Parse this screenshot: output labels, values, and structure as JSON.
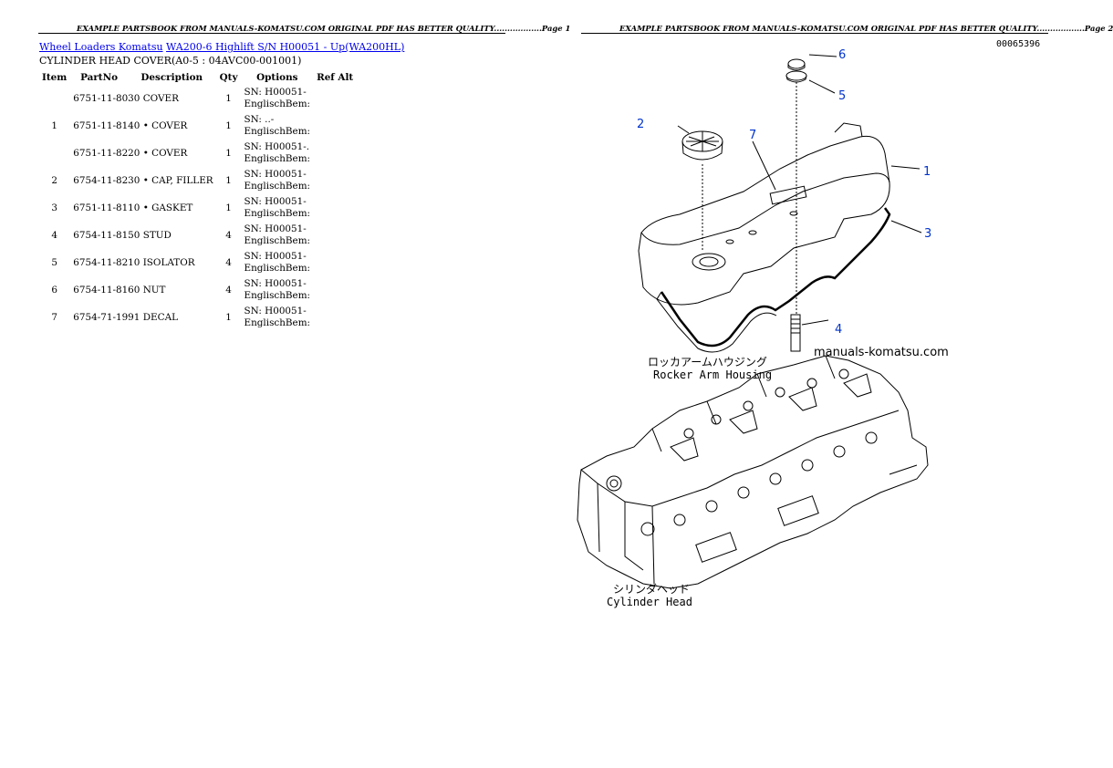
{
  "page1": {
    "header": "EXAMPLE PARTSBOOK FROM MANUALS-KOMATSU.COM ORIGINAL PDF HAS BETTER QUALITY..................Page 1",
    "breadcrumb": {
      "link1": "Wheel Loaders Komatsu",
      "link2": "WA200-6 Highlift S/N H00051 - Up(WA200HL)"
    },
    "subtitle": "CYLINDER HEAD COVER(A0-5 : 04AVC00-001001)",
    "columns": [
      "Item",
      "PartNo",
      "Description",
      "Qty",
      "Options",
      "Ref Alt"
    ],
    "rows": [
      {
        "item": "",
        "part": "6751-11-8030 COVER",
        "qty": "1",
        "opt1": "SN: H00051-",
        "opt2": "EnglischBem:"
      },
      {
        "item": "1",
        "part": "6751-11-8140 • COVER",
        "qty": "1",
        "opt1": "SN: ..-",
        "opt2": "EnglischBem:"
      },
      {
        "item": "",
        "part": "6751-11-8220 • COVER",
        "qty": "1",
        "opt1": "SN: H00051-.",
        "opt2": "EnglischBem:"
      },
      {
        "item": "2",
        "part": "6754-11-8230 • CAP, FILLER",
        "qty": "1",
        "opt1": "SN: H00051-",
        "opt2": "EnglischBem:"
      },
      {
        "item": "3",
        "part": "6751-11-8110 • GASKET",
        "qty": "1",
        "opt1": "SN: H00051-",
        "opt2": "EnglischBem:"
      },
      {
        "item": "4",
        "part": "6754-11-8150 STUD",
        "qty": "4",
        "opt1": "SN: H00051-",
        "opt2": "EnglischBem:"
      },
      {
        "item": "5",
        "part": "6754-11-8210 ISOLATOR",
        "qty": "4",
        "opt1": "SN: H00051-",
        "opt2": "EnglischBem:"
      },
      {
        "item": "6",
        "part": "6754-11-8160 NUT",
        "qty": "4",
        "opt1": "SN: H00051-",
        "opt2": "EnglischBem:"
      },
      {
        "item": "7",
        "part": "6754-71-1991 DECAL",
        "qty": "1",
        "opt1": "SN: H00051-",
        "opt2": "EnglischBem:"
      }
    ]
  },
  "page2": {
    "header": "EXAMPLE PARTSBOOK FROM MANUALS-KOMATSU.COM ORIGINAL PDF HAS BETTER QUALITY..................Page 2",
    "doc_number": "00065396",
    "watermark": "manuals-komatsu.com",
    "labels": {
      "rocker_jp": "ロッカアームハウジング",
      "rocker_en": "Rocker Arm Housing",
      "head_jp": "シリンダヘッド",
      "head_en": "Cylinder Head"
    },
    "callouts": [
      "1",
      "2",
      "3",
      "4",
      "5",
      "6",
      "7"
    ]
  }
}
